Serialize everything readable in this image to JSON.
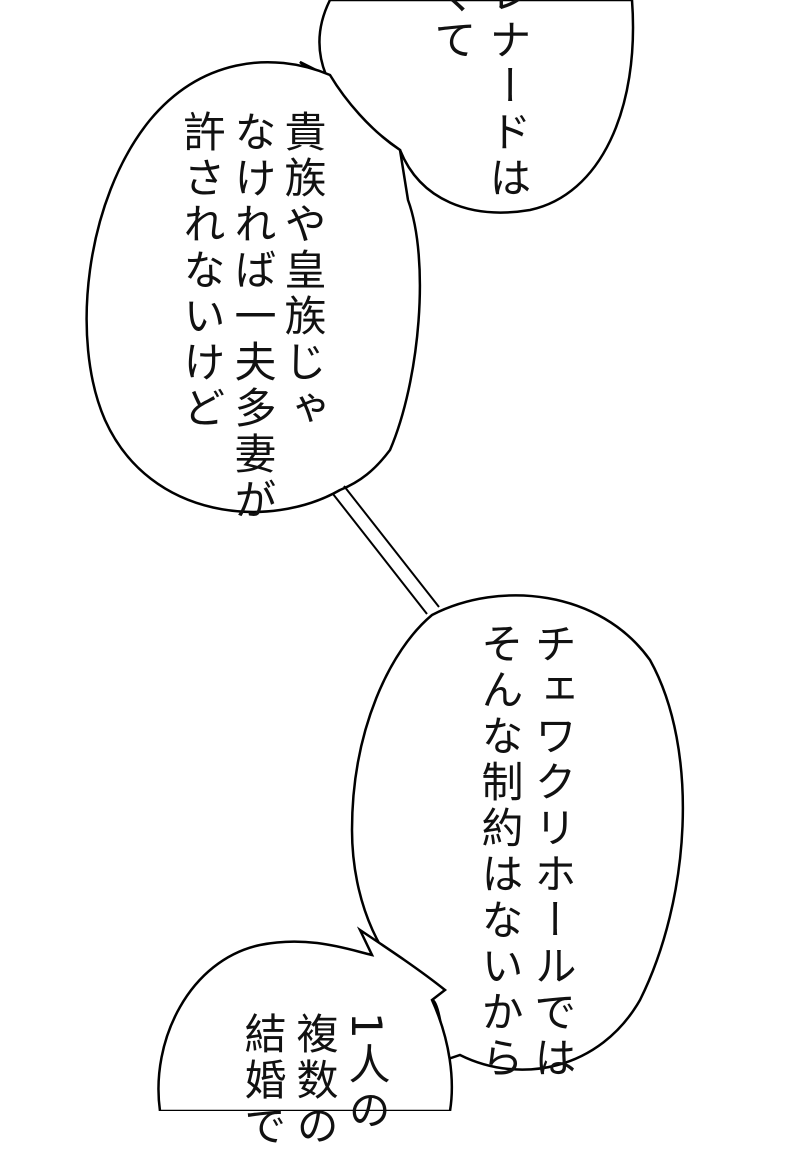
{
  "bubbles": [
    {
      "lines": [
        "レナードは",
        "くて"
      ]
    },
    {
      "lines": [
        "貴族や皇族じゃ",
        "なければ一夫多妻が",
        "許されないけど"
      ]
    },
    {
      "lines": [
        "チェワクリホールでは",
        "そんな制約はないから"
      ]
    },
    {
      "lines": [
        "1人の",
        "複数の",
        "結婚で"
      ]
    }
  ]
}
